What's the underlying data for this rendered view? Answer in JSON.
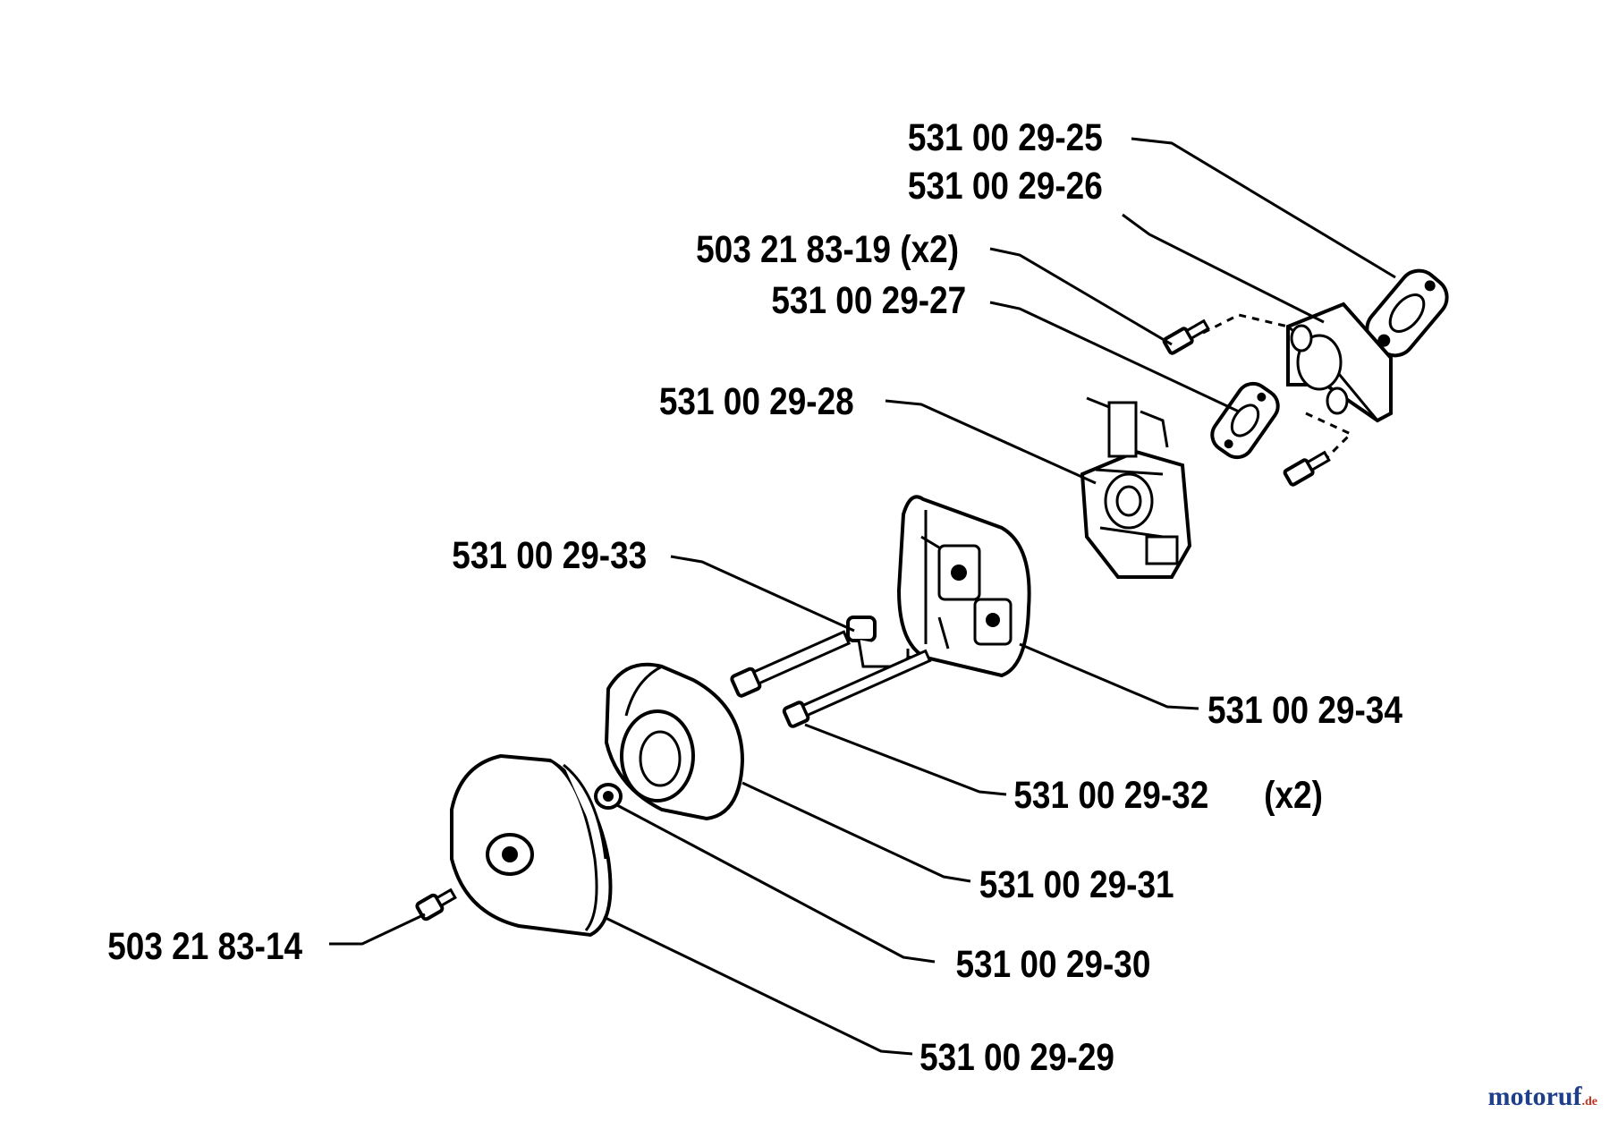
{
  "labels": {
    "p25": "531 00 29-25",
    "p26": "531 00 29-26",
    "p19": "503 21 83-19 (x2)",
    "p27": "531 00 29-27",
    "p28": "531 00 29-28",
    "p33": "531 00 29-33",
    "p34": "531 00 29-34",
    "p32": "531 00 29-32",
    "p32qty": "(x2)",
    "p31": "531 00 29-31",
    "p30": "531 00 29-30",
    "p14": "503 21 83-14",
    "p29": "531 00 29-29"
  },
  "watermark": {
    "text": "motoruf",
    "tld": ".de"
  }
}
